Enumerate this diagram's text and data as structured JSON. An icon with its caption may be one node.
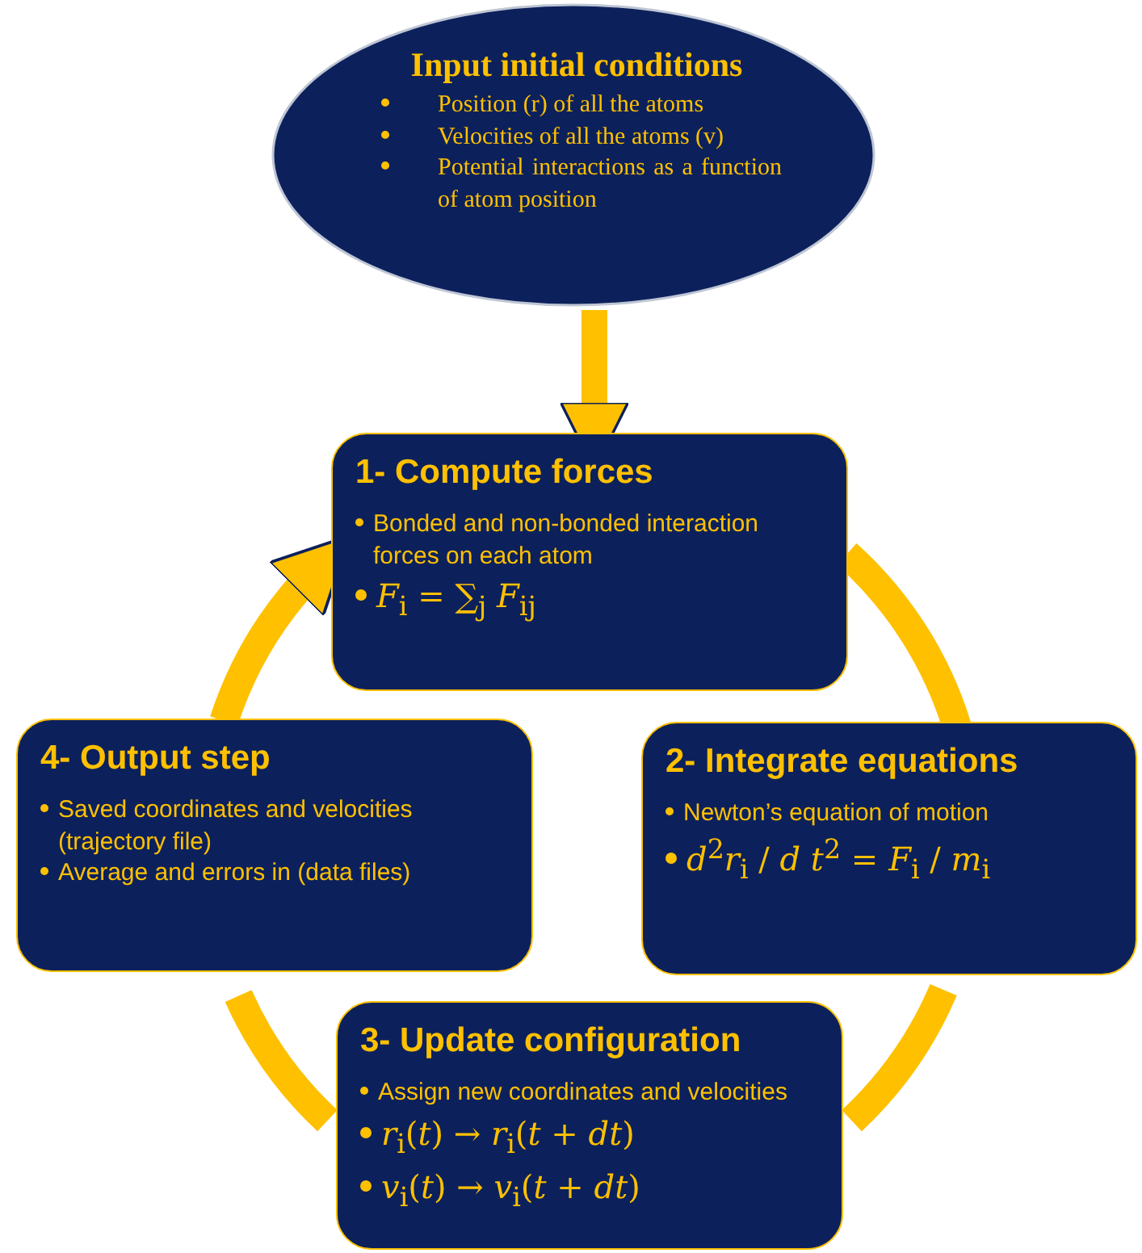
{
  "diagram": {
    "nodes": [
      {
        "text": [
          "Input initial conditions",
          "Position (r) of all the atoms",
          "Velocities of all the atoms (v)",
          "Potential interactions as a function of atom position"
        ]
      },
      {
        "text": [
          "1- Compute forces",
          "Bonded and non-bonded interaction forces on each atom",
          "*F*$_{i}$ = ∑$_{j}$ *F*$_{ij}$"
        ]
      },
      {
        "text": [
          "2- Integrate equations",
          "Newton’s equation of motion",
          "*d*$^{2}$*r*$_{i}$ / *d t*$^{2}$ = *F*$_{i}$ / *m*$_{i}$"
        ]
      },
      {
        "text": [
          "3- Update configuration",
          "Assign new coordinates and velocities",
          "*r*$_{i}$(*t*) → *r*$_{i}$(*t* + *dt*)",
          "*v*$_{i}$(*t*) → *v*$_{i}$(*t* + *dt*)"
        ]
      },
      {
        "text": [
          "4- Output step",
          "Saved coordinates and velocities (trajectory file)",
          "Average and errors in (data files)"
        ]
      }
    ],
    "edges": [
      {
        "from": 0,
        "to": 1,
        "arrow": "to"
      },
      {
        "from": 1,
        "to": 2,
        "arrow": "none"
      },
      {
        "from": 2,
        "to": 3,
        "arrow": "none"
      },
      {
        "from": 3,
        "to": 4,
        "arrow": "none"
      },
      {
        "from": 4,
        "to": 1,
        "arrow": "to"
      }
    ]
  }
}
